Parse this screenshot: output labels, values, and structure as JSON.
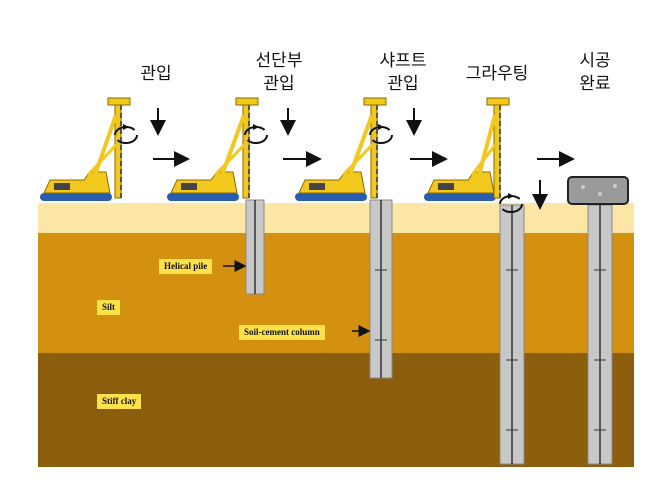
{
  "steps": [
    {
      "label": "관입",
      "icon": "rotation-icon"
    },
    {
      "label": "선단부\n관입",
      "icon": "rotation-icon"
    },
    {
      "label": "샤프트\n관입",
      "icon": "rotation-icon"
    },
    {
      "label": "그라우팅",
      "icon": "rotation-icon"
    },
    {
      "label": "시공\n완료",
      "icon": "pile-cap-icon"
    }
  ],
  "layers": [
    {
      "name": "Silt",
      "color": "#d4910f"
    },
    {
      "name": "Stiff clay",
      "color": "#8b5e0e"
    }
  ],
  "callouts": {
    "helical_pile": "Helical pile",
    "soil_cement": "Soil-cement column"
  },
  "colors": {
    "topsoil": "#fbe6a6",
    "rig_yellow": "#f2c81c",
    "rig_track": "#2a5db0",
    "pile_gray": "#c8c8c8",
    "cap_gray": "#9a9a9a"
  }
}
